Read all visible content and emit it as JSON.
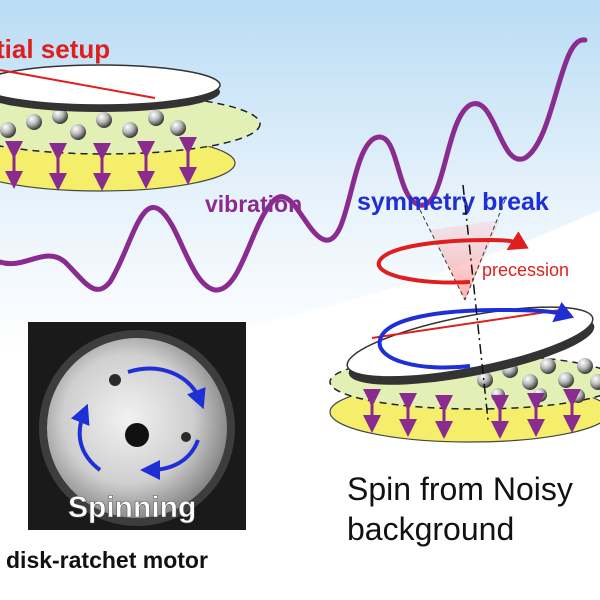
{
  "labels": {
    "initial_setup": "tial setup",
    "vibration": "vibration",
    "symmetry_breaking": "symmetry break",
    "precession": "precession",
    "spinning": "Spinning",
    "caption_left": "disk-ratchet motor",
    "caption_right_line1": "Spin from Noisy",
    "caption_right_line2": "background"
  },
  "colors": {
    "title_red": "#e01e1e",
    "wave_purple": "#8a2b8f",
    "arrow_blue": "#1f2fd6",
    "disk_yellow": "#f4ee6a",
    "disk_green": "#e3f0b5",
    "background_blue": "#cfe6f7"
  },
  "icons": {
    "photo": "spinning-disk-photo",
    "ball": "steel-ball-icon",
    "double_arrow": "vertical-double-arrow-icon"
  }
}
